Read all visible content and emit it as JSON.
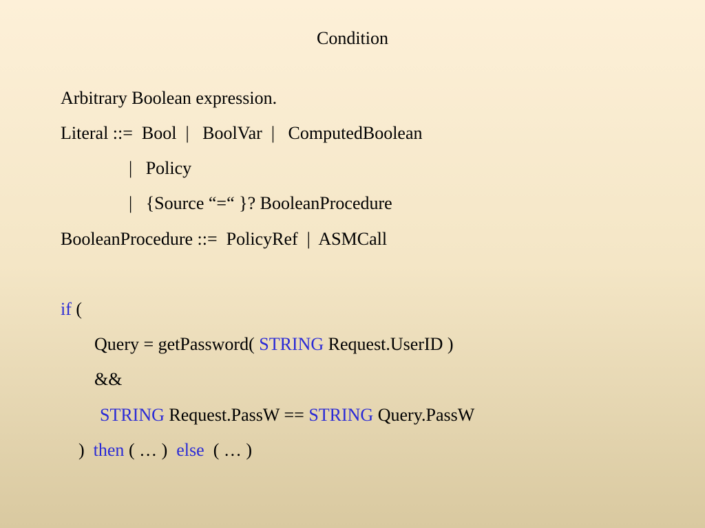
{
  "slide": {
    "title": "Condition",
    "grammar": {
      "intro": "Arbitrary Boolean expression.",
      "literal_rule": "Literal ::=  Bool  |   BoolVar  |   ComputedBoolean",
      "policy_alt": "|   Policy",
      "source_alt": "|   {Source “=“ }? BooleanProcedure",
      "procedure_rule": "BooleanProcedure ::=  PolicyRef  |  ASMCall"
    },
    "code": {
      "if_kw": "if",
      "open_paren": " (",
      "query_prefix": "Query = getPassword( ",
      "string_kw_1": "STRING",
      "query_suffix": " Request.UserID )",
      "and_op": "&&",
      "string_kw_2": "STRING",
      "passw_left": " Request.PassW == ",
      "string_kw_3": "STRING",
      "passw_right": " Query.PassW",
      "close_paren": ")  ",
      "then_kw": "then",
      "then_body": " ( … )  ",
      "else_kw": "else",
      "else_body": "  ( … )"
    }
  },
  "colors": {
    "keyword": "#2a2ad6",
    "background_top": "#fdf0d8",
    "background_bottom": "#d9c9a0"
  }
}
